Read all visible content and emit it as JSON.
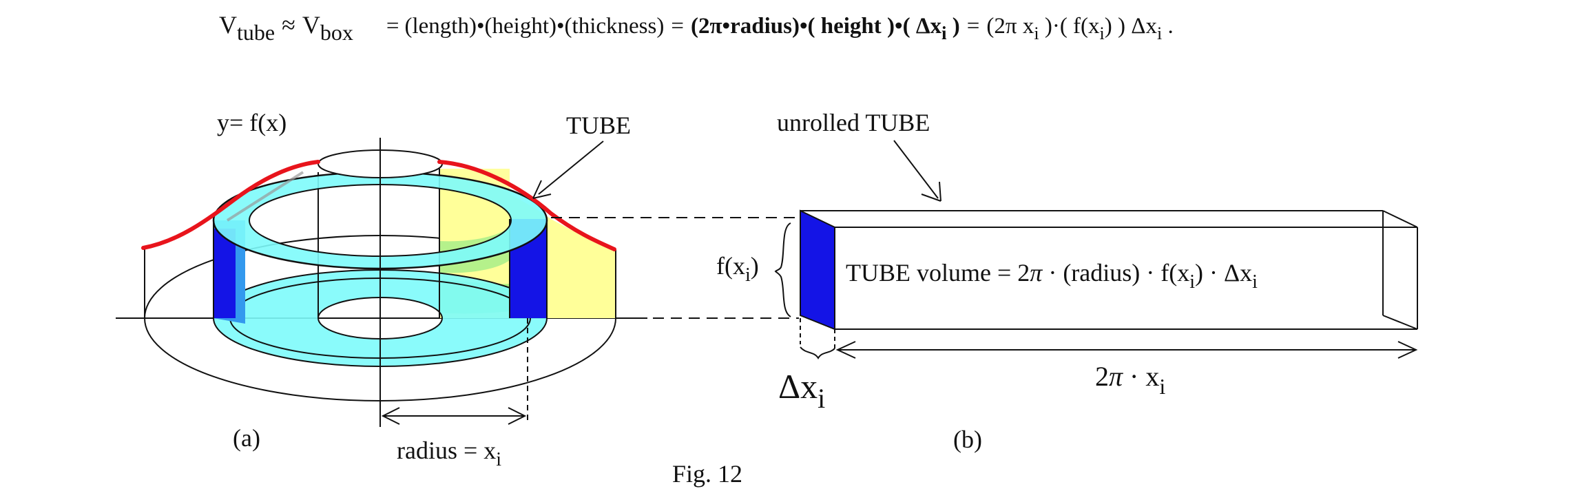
{
  "formula": {
    "v": "V",
    "tube_sub": "tube",
    "approx": "≈",
    "box_sub": "box",
    "eq1": "=",
    "part_length": "(length)",
    "dot": "•",
    "part_height": "(height)",
    "part_thickness": "(thickness)",
    "eq2": "=",
    "bold_radius": "(2π•radius)",
    "bold_height": "( height )",
    "bold_dx_open": "( ",
    "bold_dx": "Δx",
    "bold_dx_sub": "i",
    "bold_dx_close": " )",
    "eq3": "=",
    "tail_2pi": "(2π x",
    "tail_i1": "i",
    "tail_close1": " )",
    "tail_dot": "·",
    "tail_f": "( f(x",
    "tail_i2": "i",
    "tail_close2": ") )  Δx",
    "tail_i3": "i",
    "tail_end": " ."
  },
  "panel_a": {
    "y_label": "y= f(x)",
    "tube_label": "TUBE",
    "radius_label": "radius =  x",
    "radius_sub": "i",
    "caption": "(a)"
  },
  "panel_b": {
    "unrolled_label": "unrolled TUBE",
    "fx_label": "f(x",
    "fx_sub": "i",
    "fx_close": ")",
    "volume_prefix": "TUBE volume  =  2",
    "volume_pi": "π",
    "volume_mid": " · (radius) · f(x",
    "volume_sub1": "i",
    "volume_mid2": ") · Δx",
    "volume_sub2": "i",
    "dx_label": "Δx",
    "dx_sub": "i",
    "length_prefix": "2",
    "length_pi": "π",
    "length_mid": " · x",
    "length_sub": "i",
    "caption": "(b)"
  },
  "figure_caption": "Fig. 12",
  "colors": {
    "curve": "#e8141c",
    "cyan": "#7dfbfb",
    "yellow": "#ffff99",
    "blue": "#1414e6",
    "ink": "#111111"
  }
}
